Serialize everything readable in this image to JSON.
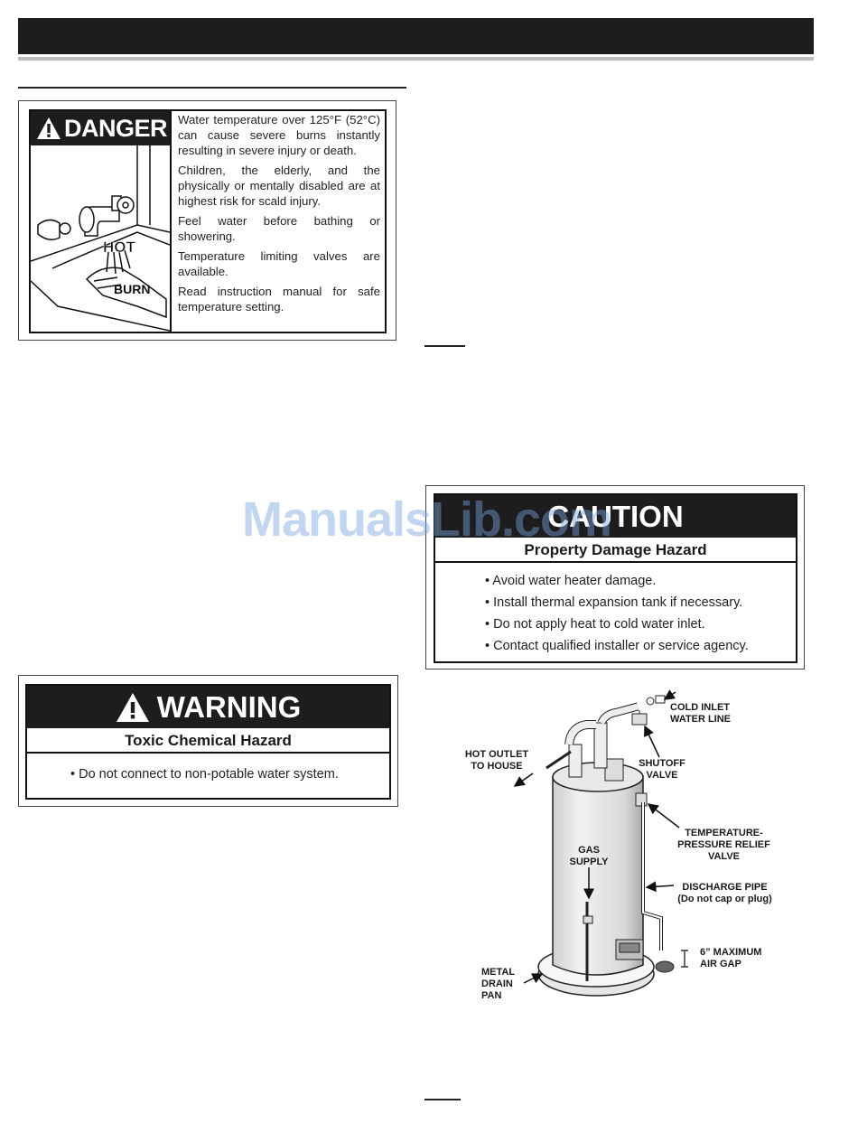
{
  "danger": {
    "heading": "DANGER",
    "illustration_hot": "HOT",
    "illustration_burn": "BURN",
    "paragraphs": [
      "Water temperature over 125°F (52°C) can cause severe burns instantly resulting in severe injury or death.",
      "Children, the elderly, and the physically or mentally disabled are at highest risk for scald injury.",
      "Feel water before bathing or showering.",
      "Temperature limiting valves are available.",
      "Read instruction manual for safe temperature setting."
    ]
  },
  "caution": {
    "heading": "CAUTION",
    "subheading": "Property Damage Hazard",
    "items": [
      "• Avoid water heater damage.",
      "• Install thermal expansion tank if necessary.",
      "• Do not apply heat to cold water inlet.",
      "• Contact qualified installer or service agency."
    ]
  },
  "warning": {
    "heading": "WARNING",
    "subheading": "Toxic Chemical Hazard",
    "items": [
      "• Do not connect to non-potable water system."
    ]
  },
  "watermark": "ManualsLib.com",
  "diagram": {
    "cold_inlet": [
      "COLD INLET",
      "WATER LINE"
    ],
    "hot_outlet": [
      "HOT OUTLET",
      "TO HOUSE"
    ],
    "shutoff": [
      "SHUTOFF",
      "VALVE"
    ],
    "tp_relief": [
      "TEMPERATURE-",
      "PRESSURE RELIEF",
      "VALVE"
    ],
    "gas_supply": [
      "GAS",
      "SUPPLY"
    ],
    "discharge": [
      "DISCHARGE PIPE",
      "(Do not cap or plug)"
    ],
    "air_gap": [
      "6” MAXIMUM",
      "AIR GAP"
    ],
    "drain_pan": [
      "METAL",
      "DRAIN",
      "PAN"
    ]
  }
}
